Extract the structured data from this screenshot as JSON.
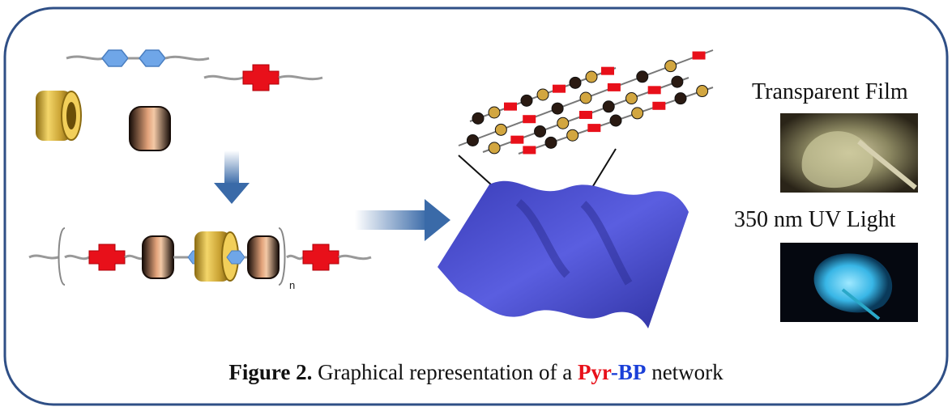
{
  "labels": {
    "transparent_film": "Transparent Film",
    "uv_light": "350 nm UV Light",
    "repeat_subscript": "n"
  },
  "caption": {
    "figure_number": "Figure 2.",
    "text_before": " Graphical representation of a ",
    "pyr": "Pyr",
    "dash": "-",
    "bp": "BP",
    "text_after": " network"
  },
  "colors": {
    "frame": "#2f4f86",
    "pyrene": "#e8101a",
    "biphenyl": "#6fa6e8",
    "gold_ring": "#c9a233",
    "dark_ring": "#3a2418",
    "sheet": "#4448c6",
    "arrow": "#3a6aa8"
  }
}
